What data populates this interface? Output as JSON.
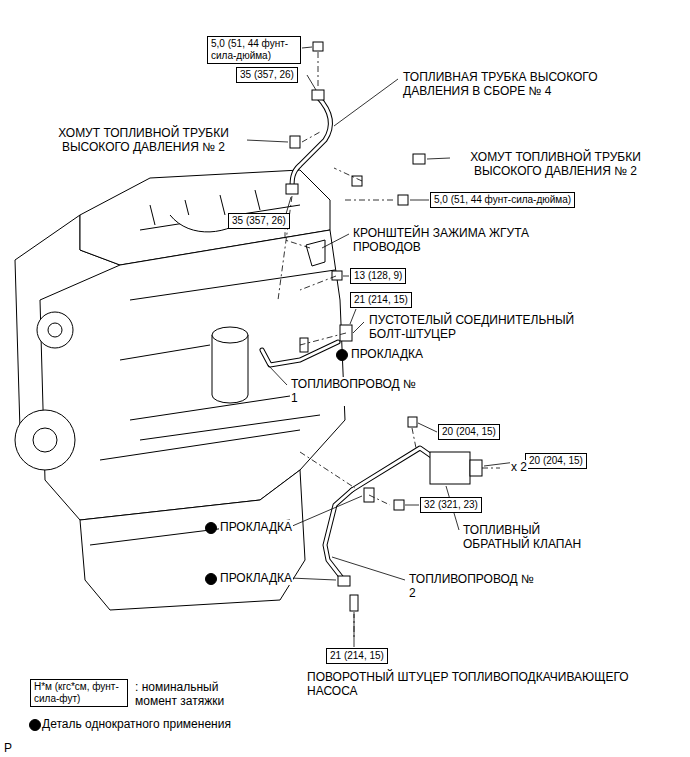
{
  "diagram": {
    "nodes": [
      {
        "text": [
          "5,0 (51, 44 фунт-сила-дюйма)"
        ]
      },
      {
        "text": [
          "35 (357, 26)"
        ]
      },
      {
        "text": [
          "35 (357, 26)"
        ]
      },
      {
        "text": [
          "5,0 (51, 44 фунт-сила-дюйма)"
        ]
      },
      {
        "text": [
          "13 (128, 9)"
        ]
      },
      {
        "text": [
          "21 (214, 15)"
        ]
      },
      {
        "text": [
          "20 (204, 15)"
        ]
      },
      {
        "text": [
          "20 (204, 15)"
        ]
      },
      {
        "text": [
          "32 (321, 23)"
        ]
      },
      {
        "text": [
          "21 (214, 15)"
        ]
      },
      {
        "text": [
          "Н*м (кгс*см, фунт-сила-фут)"
        ]
      }
    ],
    "labels": [
      "ТОПЛИВНАЯ ТРУБКА ВЫСОКОГО ДАВЛЕНИЯ В СБОРЕ № 4",
      "ХОМУТ ТОПЛИВНОЙ ТРУБКИ ВЫСОКОГО ДАВЛЕНИЯ № 2",
      "ХОМУТ ТОПЛИВНОЙ ТРУБКИ ВЫСОКОГО ДАВЛЕНИЯ № 2",
      "КРОНШТЕЙН ЗАЖИМА ЖГУТА ПРОВОДОВ",
      "ПУСТОТЕЛЫЙ СОЕДИНИТЕЛЬНЫЙ БОЛТ-ШТУЦЕР",
      "ПРОКЛАДКА",
      "ТОПЛИВОПРОВОД № 1",
      "ТОПЛИВНЫЙ ОБРАТНЫЙ КЛАПАН",
      "ПРОКЛАДКА",
      "ТОПЛИВОПРОВОД № 2",
      "ПРОКЛАДКА",
      "ПОВОРОТНЫЙ ШТУЦЕР ТОПЛИВОПОДКАЧИВАЮЩЕГО НАСОСА",
      "x 2",
      "P"
    ],
    "legend": [
      {
        "text": ": номинальный момент затяжки"
      },
      {
        "text": "Деталь однократного применения"
      }
    ]
  }
}
